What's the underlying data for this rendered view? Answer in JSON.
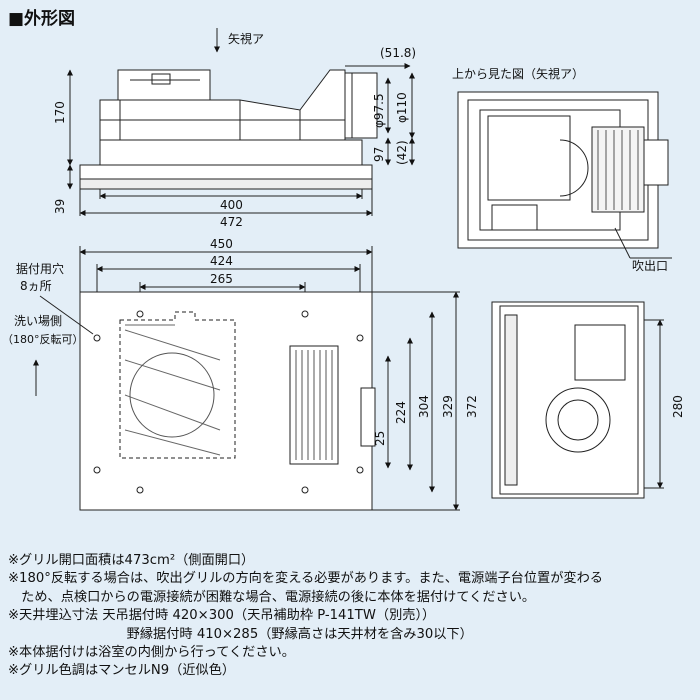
{
  "title": "■外形図",
  "labels": {
    "view_arrow": "矢視ア",
    "top_view_title": "上から見た図（矢視ア）",
    "outlet": "吹出口",
    "mount_holes": "据付用穴",
    "mount_holes_count": "8ヵ所",
    "wash_side": "洗い場側",
    "rotate_note": "（180°反転可）"
  },
  "dims": {
    "d51_8": "(51.8)",
    "d170": "170",
    "d39": "39",
    "d97_5": "φ97.5",
    "d110": "φ110",
    "d97": "97",
    "d42": "(42)",
    "d400": "400",
    "d472": "472",
    "d450": "450",
    "d424": "424",
    "d265": "265",
    "d304": "304",
    "d224": "224",
    "d25": "25",
    "d329": "329",
    "d372": "372",
    "d280": "280"
  },
  "notes": [
    "※グリル開口面積は473cm²（側面開口）",
    "※180°反転する場合は、吹出グリルの方向を変える必要があります。また、電源端子台位置が変わる",
    "　ため、点検口からの電源接続が困難な場合、電源接続の後に本体を据付けてください。",
    "※天井埋込寸法  天吊据付時  420×300（天吊補助枠 P-141TW（別売））",
    "　　　　　　　　　野縁据付時  410×285（野縁高さは天井材を含み30以下）",
    "※本体据付けは浴室の内側から行ってください。",
    "※グリル色調はマンセルN9（近似色）"
  ]
}
